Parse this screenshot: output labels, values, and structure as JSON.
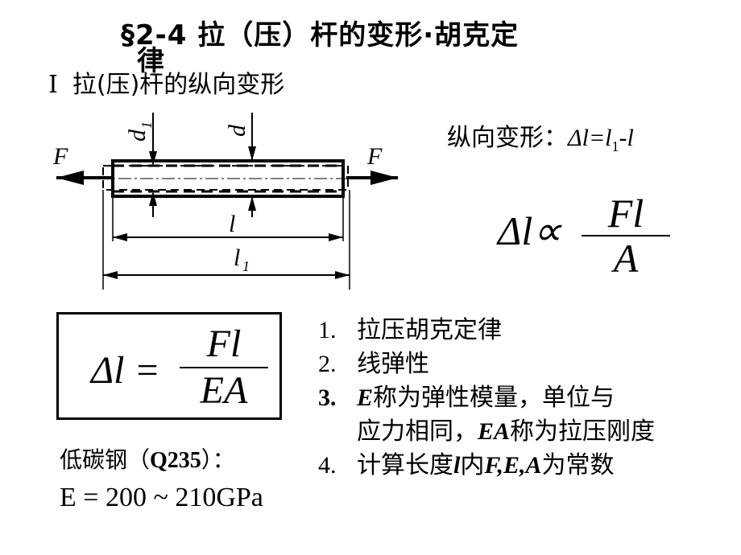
{
  "title": {
    "main": "§2-4 拉（压）杆的变形·胡克定",
    "tail": "律"
  },
  "section": {
    "number": "Ⅰ",
    "text": "拉(压)杆的纵向变形"
  },
  "diagram": {
    "force_left": "F",
    "force_right": "F",
    "d1_label": "d",
    "d1_sub": "1",
    "d_label": "d",
    "l_label": "l",
    "l1_label": "l",
    "l1_sub": "1"
  },
  "longitudinal": {
    "label": "纵向变形：",
    "formula_lhs": "Δl=l",
    "formula_sub": "1",
    "formula_rhs": "-l"
  },
  "proportional": {
    "lhs": "Δl∝",
    "numerator": "Fl",
    "denominator": "A"
  },
  "hooke_box": {
    "lhs": "Δl =",
    "numerator": "Fl",
    "denominator": "EA"
  },
  "items": [
    {
      "num": "1.",
      "text": "拉压胡克定律"
    },
    {
      "num": "2.",
      "text": "线弹性"
    },
    {
      "num": "3.",
      "pre": "E",
      "text": "称为弹性模量，单位与"
    },
    {
      "cont_pre": "应力相同，",
      "cont_bold": "EA",
      "cont_text": "称为拉压刚度"
    },
    {
      "num": "4.",
      "pre_text": "计算长度",
      "var_l": "l",
      "mid": "内",
      "vars": "F,E,A",
      "post": "为常数"
    }
  ],
  "steel": {
    "label": "低碳钢（",
    "grade": "Q235",
    "close": "）：",
    "modulus": "E = 200 ~ 210GPa"
  }
}
